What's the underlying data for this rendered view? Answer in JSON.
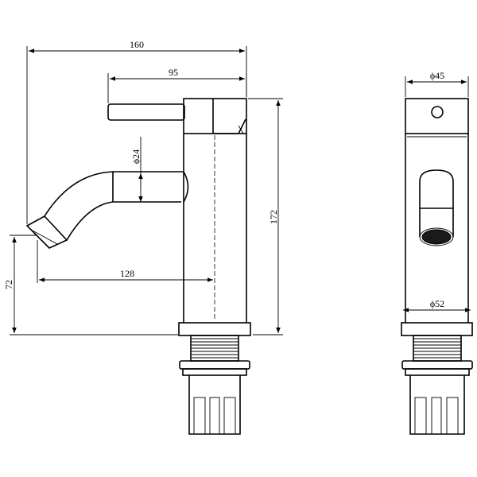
{
  "dimensions": {
    "overall_length": "160",
    "handle_reach": "95",
    "spout_diameter": "ϕ24",
    "total_height": "172",
    "spout_reach": "128",
    "spout_height": "72",
    "top_diameter": "ϕ45",
    "base_diameter": "ϕ52"
  },
  "colors": {
    "line": "#000000",
    "background": "#ffffff"
  }
}
